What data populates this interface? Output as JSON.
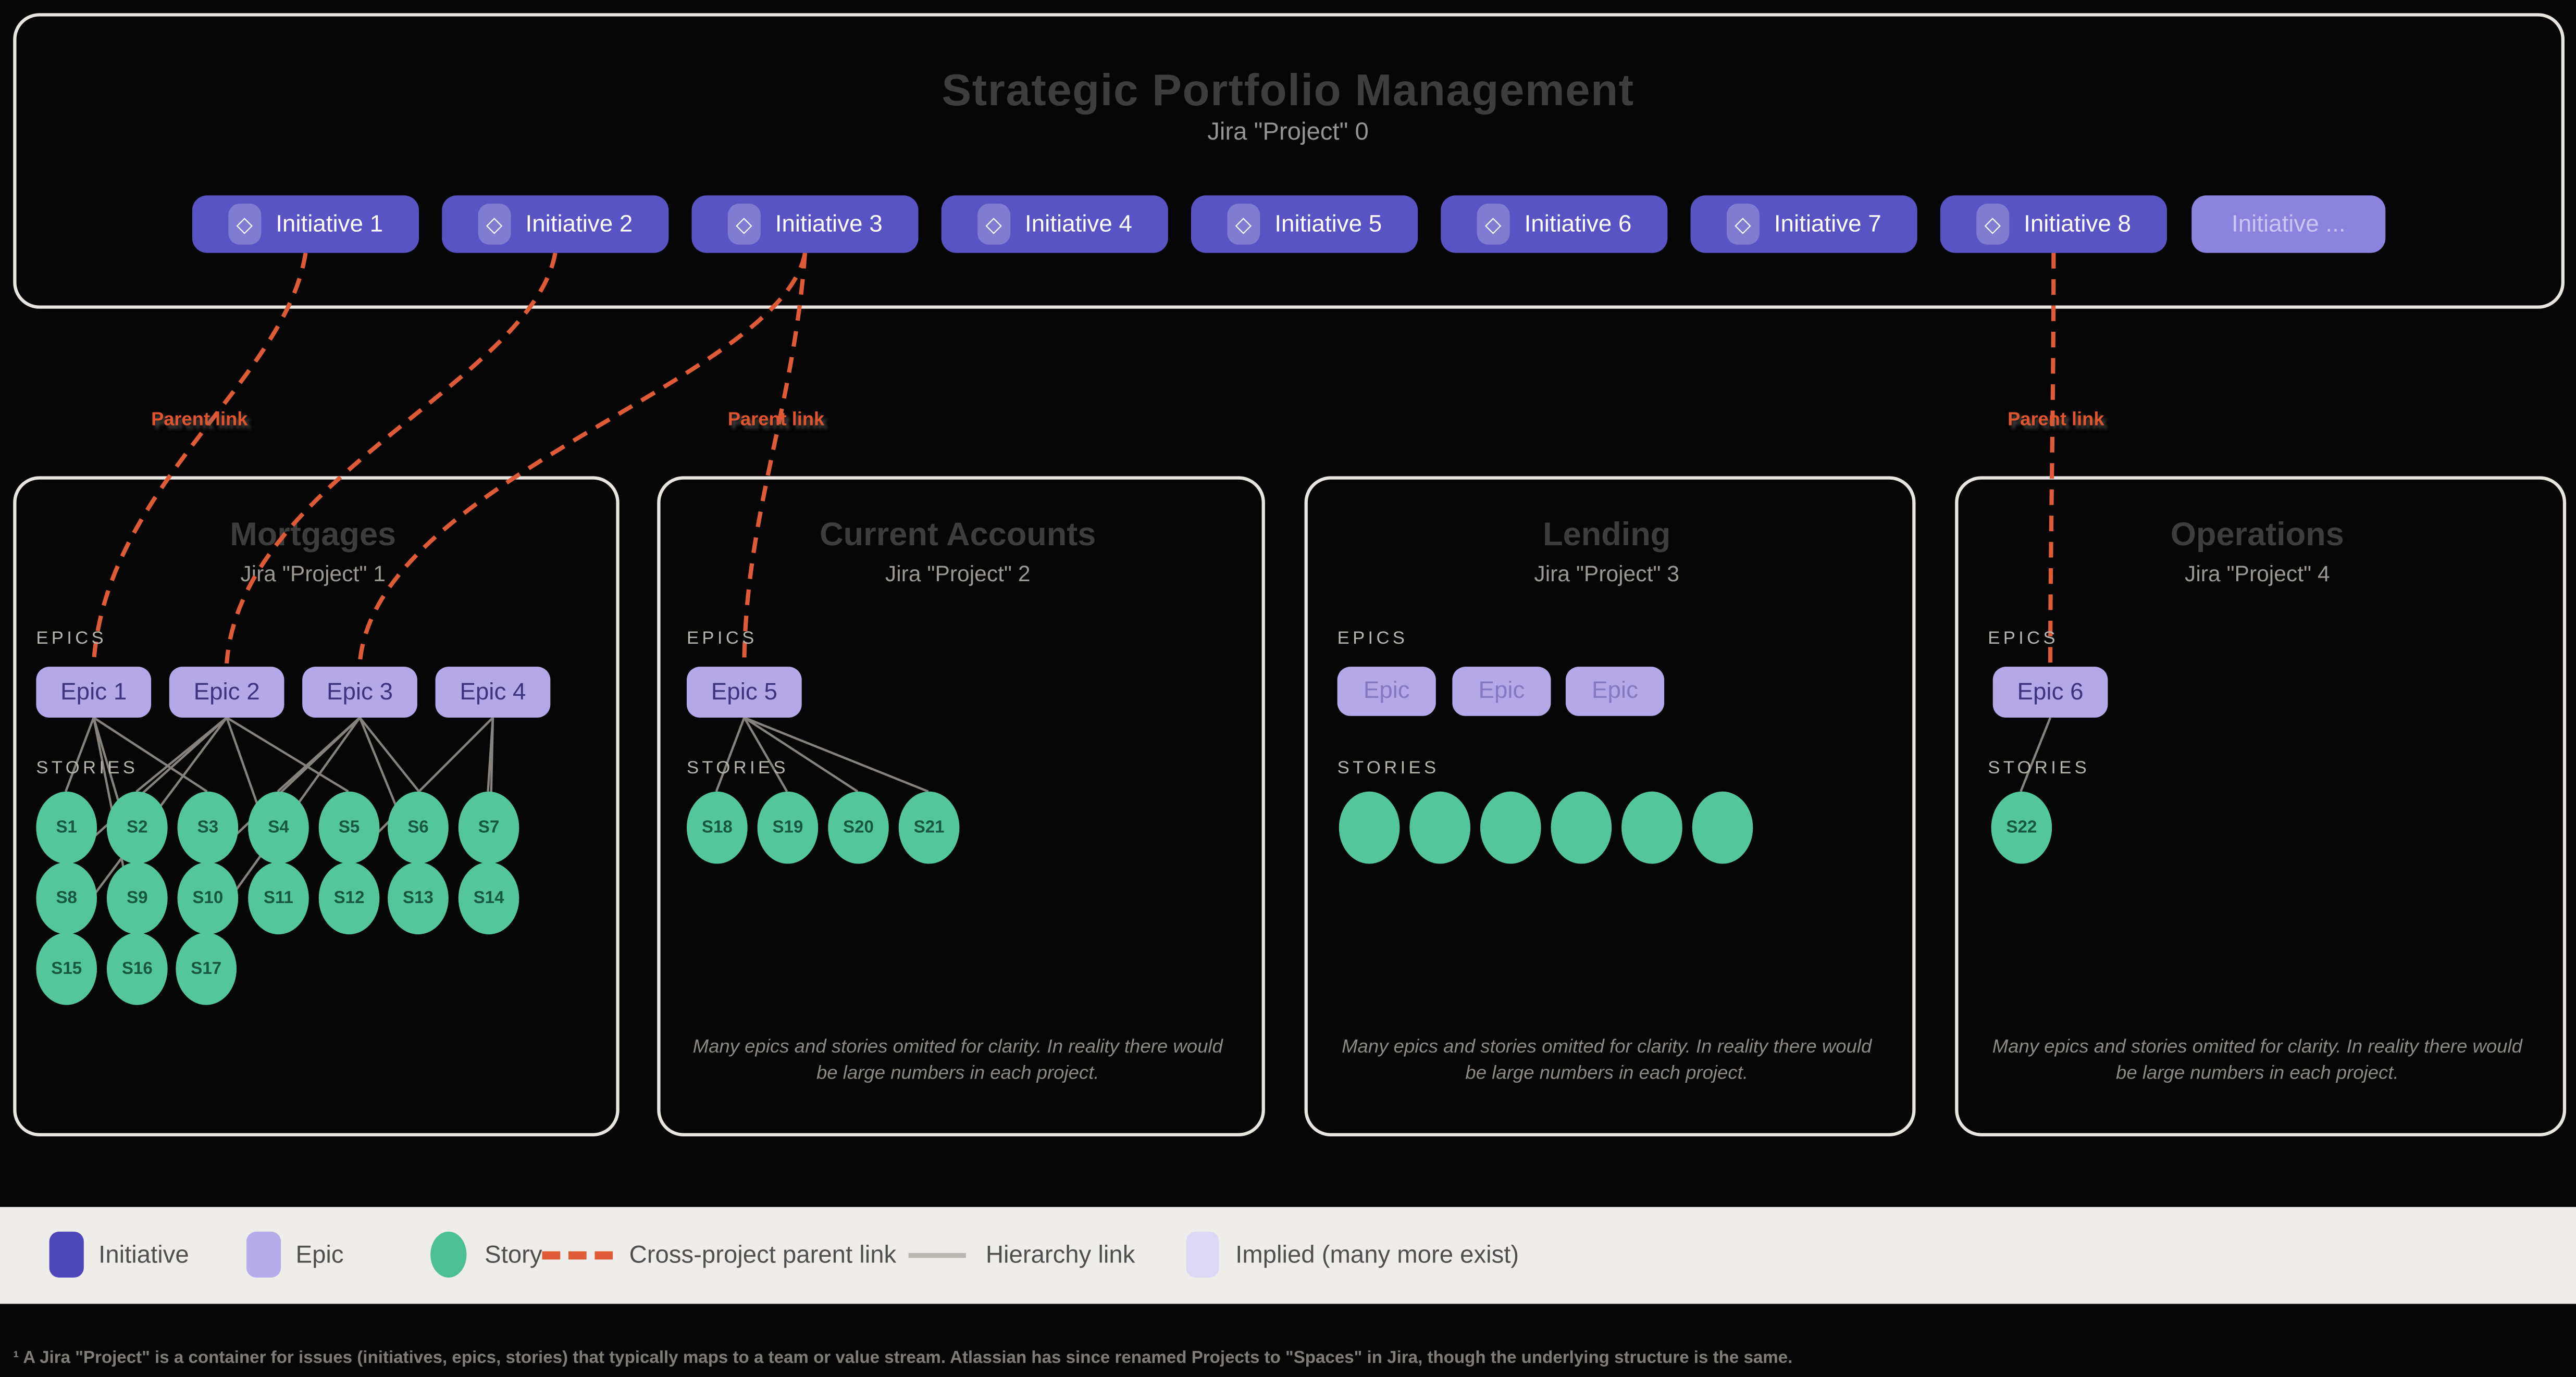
{
  "colors": {
    "background": "#060606",
    "panel_border": "#e8e5e1",
    "initiative_fill": "#5a53c4",
    "initiative_implied_fill": "#8b83de",
    "initiative_text": "#ffffff",
    "initiative_implied_text": "#cac5f1",
    "epic_fill": "#b4a8e9",
    "epic_text": "#3d3480",
    "epic_implied_text": "#8478c2",
    "story_fill": "#53c79b",
    "story_text": "#175843",
    "cross_project_link": "#df5a36",
    "hierarchy_link": "#8d8984",
    "legend_bg": "#efedea",
    "legend_initiative_swatch": "#4e46ba",
    "legend_epic_swatch": "#b6aceb",
    "legend_story_swatch": "#4cbf97",
    "legend_implied_swatch": "#dcd7f4",
    "title_text": "#3d3d3d",
    "subtitle_text": "#949494",
    "section_label_text": "#b7b3ad",
    "note_text": "#8d8984",
    "footnote_text": "#807c78"
  },
  "icons": {
    "initiative_diamond": "◇"
  },
  "header": {
    "title": "Strategic Portfolio Management",
    "subtitle": "Jira \"Project\" 0"
  },
  "initiatives": [
    {
      "label": "Initiative 1",
      "implied": false
    },
    {
      "label": "Initiative 2",
      "implied": false
    },
    {
      "label": "Initiative 3",
      "implied": false
    },
    {
      "label": "Initiative 4",
      "implied": false
    },
    {
      "label": "Initiative 5",
      "implied": false
    },
    {
      "label": "Initiative 6",
      "implied": false
    },
    {
      "label": "Initiative 7",
      "implied": false
    },
    {
      "label": "Initiative 8",
      "implied": false
    },
    {
      "label": "Initiative ...",
      "implied": true
    }
  ],
  "parent_link_label": "Parent link",
  "section_labels": {
    "epics": "EPICS",
    "stories": "STORIES"
  },
  "projects": [
    {
      "name": "Mortgages",
      "subtitle": "Jira \"Project\" 1",
      "epics": [
        "Epic 1",
        "Epic 2",
        "Epic 3",
        "Epic 4"
      ],
      "stories": [
        "S1",
        "S2",
        "S3",
        "S4",
        "S5",
        "S6",
        "S7",
        "S8",
        "S9",
        "S10",
        "S11",
        "S12",
        "S13",
        "S14",
        "S15",
        "S16",
        "S17"
      ]
    },
    {
      "name": "Current Accounts",
      "subtitle": "Jira \"Project\" 2",
      "epics": [
        "Epic 5"
      ],
      "stories": [
        "S18",
        "S19",
        "S20",
        "S21"
      ]
    },
    {
      "name": "Lending",
      "subtitle": "Jira \"Project\" 3",
      "epics": [
        "Epic",
        "Epic",
        "Epic"
      ],
      "stories": [
        "",
        "",
        "",
        "",
        "",
        ""
      ]
    },
    {
      "name": "Operations",
      "subtitle": "Jira \"Project\" 4",
      "epics": [
        "Epic 6"
      ],
      "stories": [
        "S22"
      ]
    }
  ],
  "note": "Many epics and stories omitted for clarity. In reality there would be large numbers in each project.",
  "legend": {
    "items": [
      {
        "label": "Initiative"
      },
      {
        "label": "Epic"
      },
      {
        "label": "Story"
      },
      {
        "label": "Cross-project parent link"
      },
      {
        "label": "Hierarchy link"
      },
      {
        "label": "Implied (many more exist)"
      }
    ]
  },
  "footnote": "¹ A Jira \"Project\" is a container for issues (initiatives, epics, stories) that typically maps to a team or value stream. Atlassian has since renamed Projects to \"Spaces\" in Jira, though the underlying structure is the same."
}
